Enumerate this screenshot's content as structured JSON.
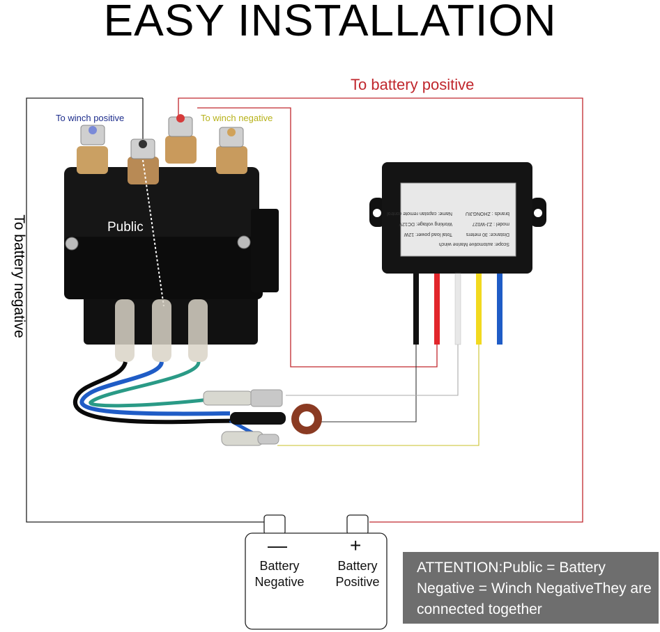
{
  "title": "EASY INSTALLATION",
  "labels": {
    "battery_positive_line": "To battery positive",
    "winch_positive": "To winch positive",
    "winch_negative": "To winch negative",
    "battery_negative_side": "To battery negative",
    "public": "Public"
  },
  "battery": {
    "negative_symbol": "—",
    "positive_symbol": "+",
    "negative_label": "Battery Negative",
    "positive_label": "Battery Positive"
  },
  "receiver_label": {
    "line1": "Scope: automotive Marine winch",
    "line2": "Distance: 30 meters",
    "line3": "Total load power: 12W",
    "line4": "model : ZJ-W027",
    "line5": "Working voltage: DC12V",
    "line6": "brands : ZHONGJIU",
    "line7": "Name: capstan remote control"
  },
  "attention_note": "ATTENTION:Public = Battery Negative = Winch NegativeThey are connected together",
  "colors": {
    "positive_wire": "#c0272d",
    "negative_wire": "#000000",
    "yellow_wire": "#d6cf33",
    "white_wire": "#bbbbbb",
    "blue_wire": "#1f5cc6"
  }
}
